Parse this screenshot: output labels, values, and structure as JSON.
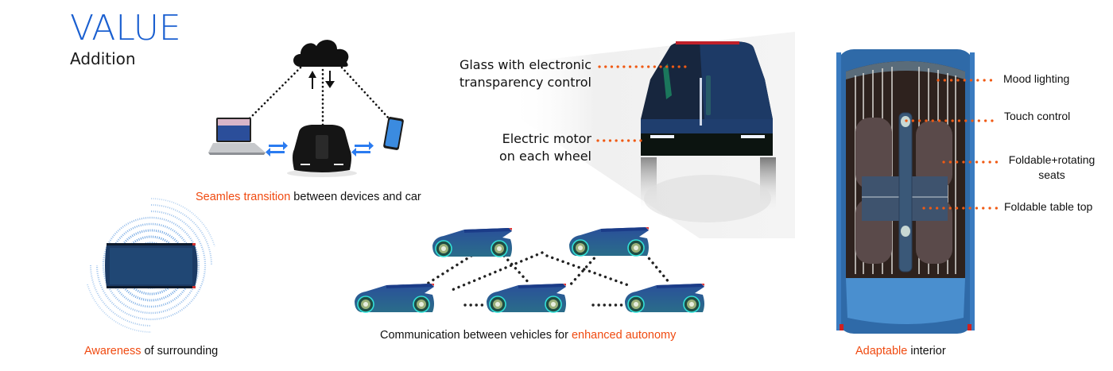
{
  "header": {
    "title": "VALUE",
    "subtitle": "Addition"
  },
  "colors": {
    "accent_blue": "#1a5fd0",
    "highlight_orange": "#f04a10",
    "leader_dot": "#f05a14",
    "car_blue": "#2a5a9a"
  },
  "sections": {
    "devices": {
      "caption_highlight": "Seamles transition",
      "caption_rest": " between devices and car",
      "icons": [
        "cloud-icon",
        "laptop-icon",
        "car-icon",
        "smartphone-icon",
        "arrow-up-icon",
        "arrow-down-icon",
        "swap-arrows-icon"
      ]
    },
    "exterior": {
      "labels": [
        {
          "line1": "Glass with electronic",
          "line2": "transparency control"
        },
        {
          "line1": "Electric motor",
          "line2": "on each wheel"
        }
      ]
    },
    "awareness": {
      "caption_highlight": "Awareness",
      "caption_rest": " of surrounding"
    },
    "v2v": {
      "caption_rest": "Communication between vehicles for ",
      "caption_highlight": "enhanced autonomy"
    },
    "interior": {
      "labels": [
        {
          "line1": "Mood lighting"
        },
        {
          "line1": "Touch control"
        },
        {
          "line1": "Foldable+rotating",
          "line2": "seats"
        },
        {
          "line1": "Foldable table top"
        }
      ],
      "caption_highlight": "Adaptable",
      "caption_rest": " interior"
    }
  }
}
